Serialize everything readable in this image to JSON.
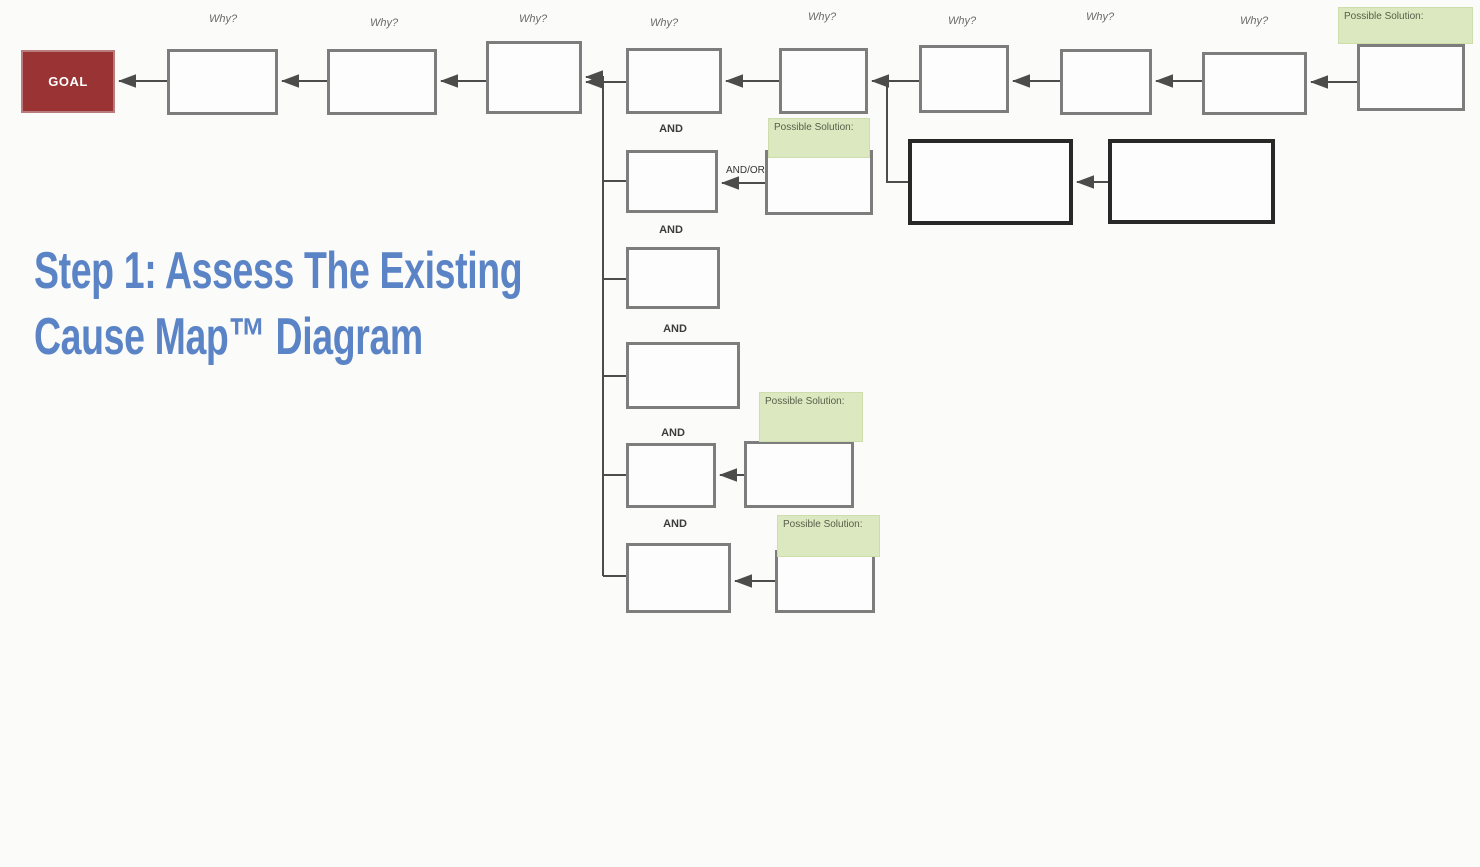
{
  "title": {
    "line1": "Step 1: Assess The Existing",
    "line2": "Cause Map™ Diagram"
  },
  "diagram": {
    "goal_label": "GOAL",
    "why_labels": [
      "Why?",
      "Why?",
      "Why?",
      "Why?",
      "Why?",
      "Why?",
      "Why?",
      "Why?"
    ],
    "and_labels": [
      "AND",
      "AND",
      "AND",
      "AND",
      "AND"
    ],
    "and_or_label": "AND/OR",
    "solution_notes": [
      "Possible Solution:",
      "Possible Solution:",
      "Possible Solution:",
      "Possible Solution:"
    ],
    "colors": {
      "goal_fill": "#9a3334",
      "cause_box_border": "#7d7d7d",
      "emphasis_box_border": "#282828",
      "solution_note_fill": "#dce8c0",
      "connector": "#4c4c4c",
      "title_blue": "#5b84c6"
    }
  }
}
